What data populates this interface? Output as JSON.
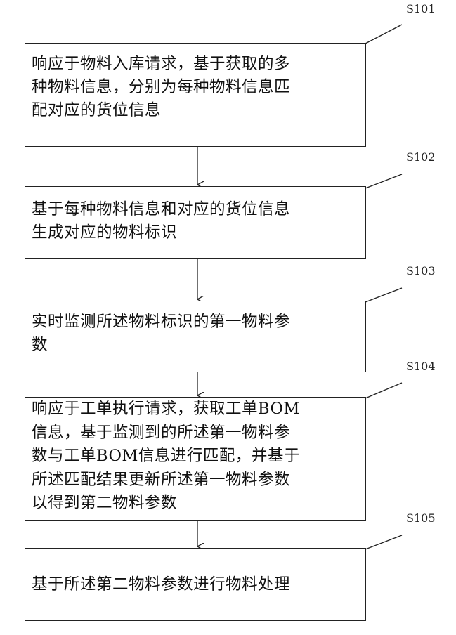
{
  "steps": [
    {
      "id": "S101",
      "text": "响应于物料入库请求，基于获取的多\n种物料信息，分别为每种物料信息匹\n配对应的货位信息"
    },
    {
      "id": "S102",
      "text": "基于每种物料信息和对应的货位信息\n生成对应的物料标识"
    },
    {
      "id": "S103",
      "text": "实时监测所述物料标识的第一物料参\n数"
    },
    {
      "id": "S104",
      "text": "响应于工单执行请求，获取工单BOM\n信息，基于监测到的所述第一物料参\n数与工单BOM信息进行匹配，并基于\n所述匹配结果更新所述第一物料参数\n以得到第二物料参数"
    },
    {
      "id": "S105",
      "text": "基于所述第二物料参数进行物料处理"
    }
  ]
}
